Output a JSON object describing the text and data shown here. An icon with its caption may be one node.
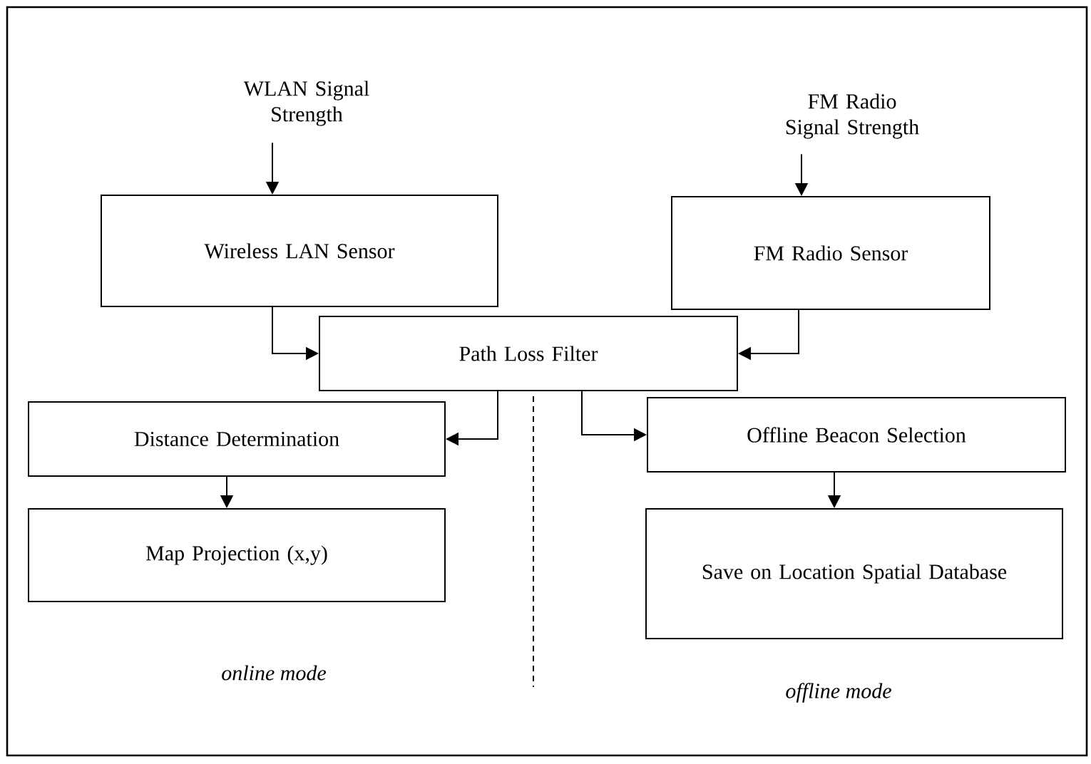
{
  "diagram": {
    "nodes": [
      {
        "text": [
          "WLAN Signal Strength"
        ]
      },
      {
        "text": [
          "FM Radio Signal Strength"
        ]
      },
      {
        "text": [
          "Wireless LAN Sensor"
        ]
      },
      {
        "text": [
          "FM Radio Sensor"
        ]
      },
      {
        "text": [
          "Path Loss Filter"
        ]
      },
      {
        "text": [
          "Distance Determination"
        ]
      },
      {
        "text": [
          "Offline Beacon Selection"
        ]
      },
      {
        "text": [
          "Map Projection (x,y)"
        ]
      },
      {
        "text": [
          "Save on Location Spatial Database"
        ]
      }
    ],
    "edges": [
      {
        "from": 0,
        "to": 2,
        "arrow": "to"
      },
      {
        "from": 1,
        "to": 3,
        "arrow": "to"
      },
      {
        "from": 2,
        "to": 4,
        "arrow": "to"
      },
      {
        "from": 3,
        "to": 4,
        "arrow": "to"
      },
      {
        "from": 4,
        "to": 5,
        "arrow": "to"
      },
      {
        "from": 4,
        "to": 6,
        "arrow": "to"
      },
      {
        "from": 5,
        "to": 7,
        "arrow": "to"
      },
      {
        "from": 6,
        "to": 8,
        "arrow": "to"
      }
    ],
    "labels": [
      "online mode",
      "offline mode"
    ]
  }
}
